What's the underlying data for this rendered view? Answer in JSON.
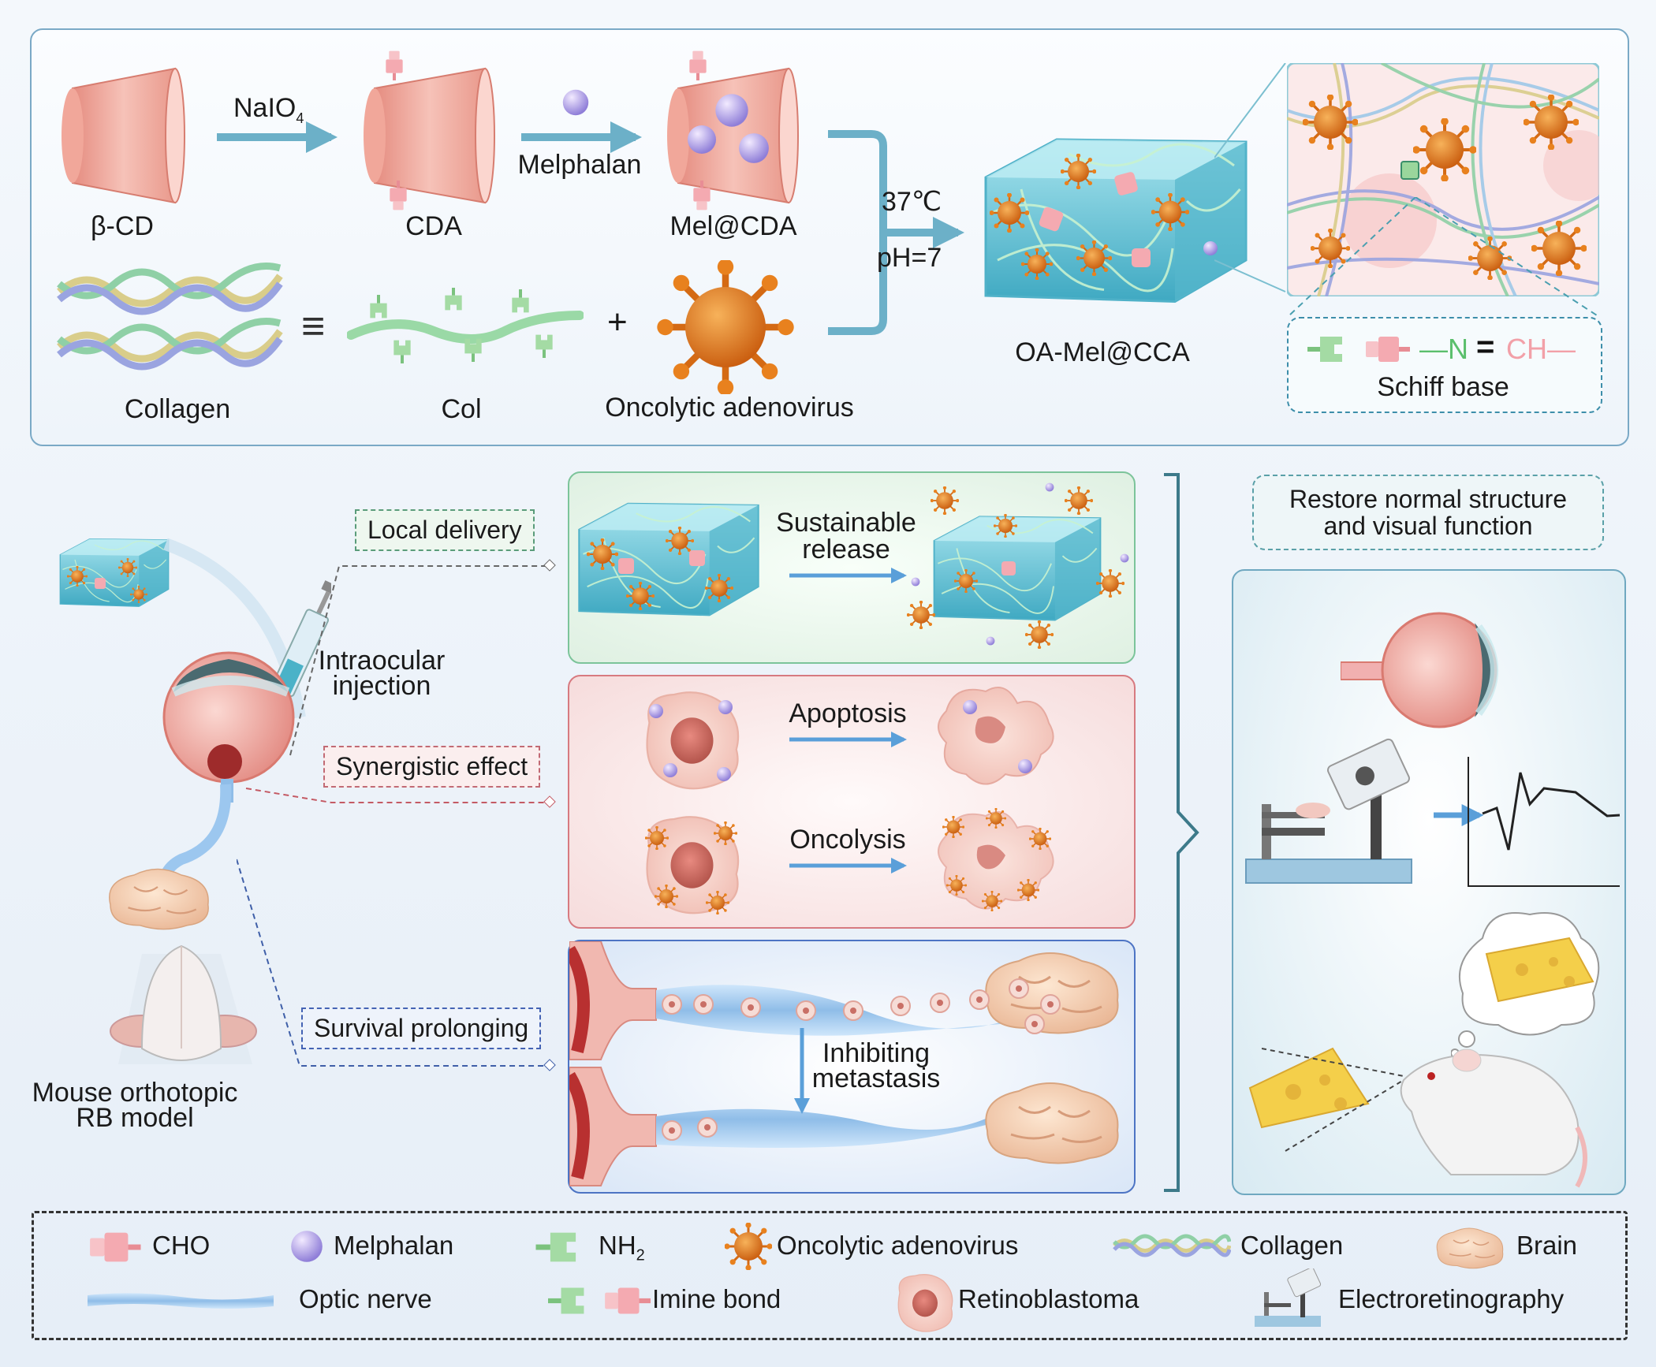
{
  "top": {
    "beta_cd": "β-CD",
    "naio4": "NaIO",
    "naio4_sub": "4",
    "cda": "CDA",
    "melphalan": "Melphalan",
    "mel_cda": "Mel@CDA",
    "temp": "37℃",
    "ph": "pH=7",
    "oa_mel_cca": "OA-Mel@CCA",
    "collagen": "Collagen",
    "equiv": "≡",
    "col": "Col",
    "plus": "+",
    "oncolytic": "Oncolytic adenovirus",
    "schiff_n": "—N",
    "schiff_eq": "=",
    "schiff_ch": "CH—",
    "schiff_base": "Schiff base"
  },
  "left": {
    "local_delivery": "Local delivery",
    "intraocular": "Intraocular",
    "injection": "injection",
    "synergistic": "Synergistic effect",
    "survival": "Survival prolonging",
    "mouse_line1": "Mouse orthotopic",
    "mouse_line2": "RB model"
  },
  "middle": {
    "sustainable1": "Sustainable",
    "sustainable2": "release",
    "apoptosis": "Apoptosis",
    "oncolysis": "Oncolysis",
    "inhibiting1": "Inhibiting",
    "inhibiting2": "metastasis"
  },
  "right": {
    "restore1": "Restore normal structure",
    "restore2": "and visual function"
  },
  "legend": {
    "cho": "CHO",
    "melphalan": "Melphalan",
    "nh2": "NH",
    "nh2_sub": "2",
    "oncolytic": "Oncolytic adenovirus",
    "collagen": "Collagen",
    "brain": "Brain",
    "optic": "Optic nerve",
    "imine": "Imine bond",
    "retino": "Retinoblastoma",
    "erg": "Electroretinography"
  },
  "colors": {
    "hydrogel": "#6cc6d6",
    "virus": "#e07a1c",
    "melphalan": "#a99be0",
    "cho": "#f2a5ab",
    "nh2": "#9ad69c",
    "arrow": "#6cb0c8"
  }
}
